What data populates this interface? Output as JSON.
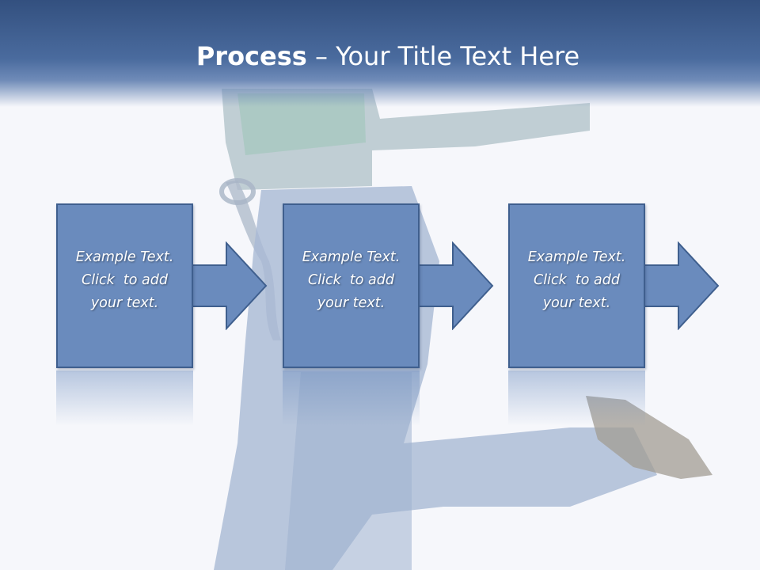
{
  "slide": {
    "title_bold": "Process",
    "title_rest": " – Your Title Text Here",
    "steps": [
      {
        "lines": [
          "Example Text.",
          "Click  to add",
          "your text."
        ]
      },
      {
        "lines": [
          "Example Text.",
          "Click  to add",
          "your text."
        ]
      },
      {
        "lines": [
          "Example Text.",
          "Click  to add",
          "your text."
        ]
      }
    ]
  },
  "colors": {
    "header": "#3d5d8f",
    "box_fill": "#6a8bbd",
    "box_border": "#3f5f8e",
    "background": "#f6f7fb"
  }
}
